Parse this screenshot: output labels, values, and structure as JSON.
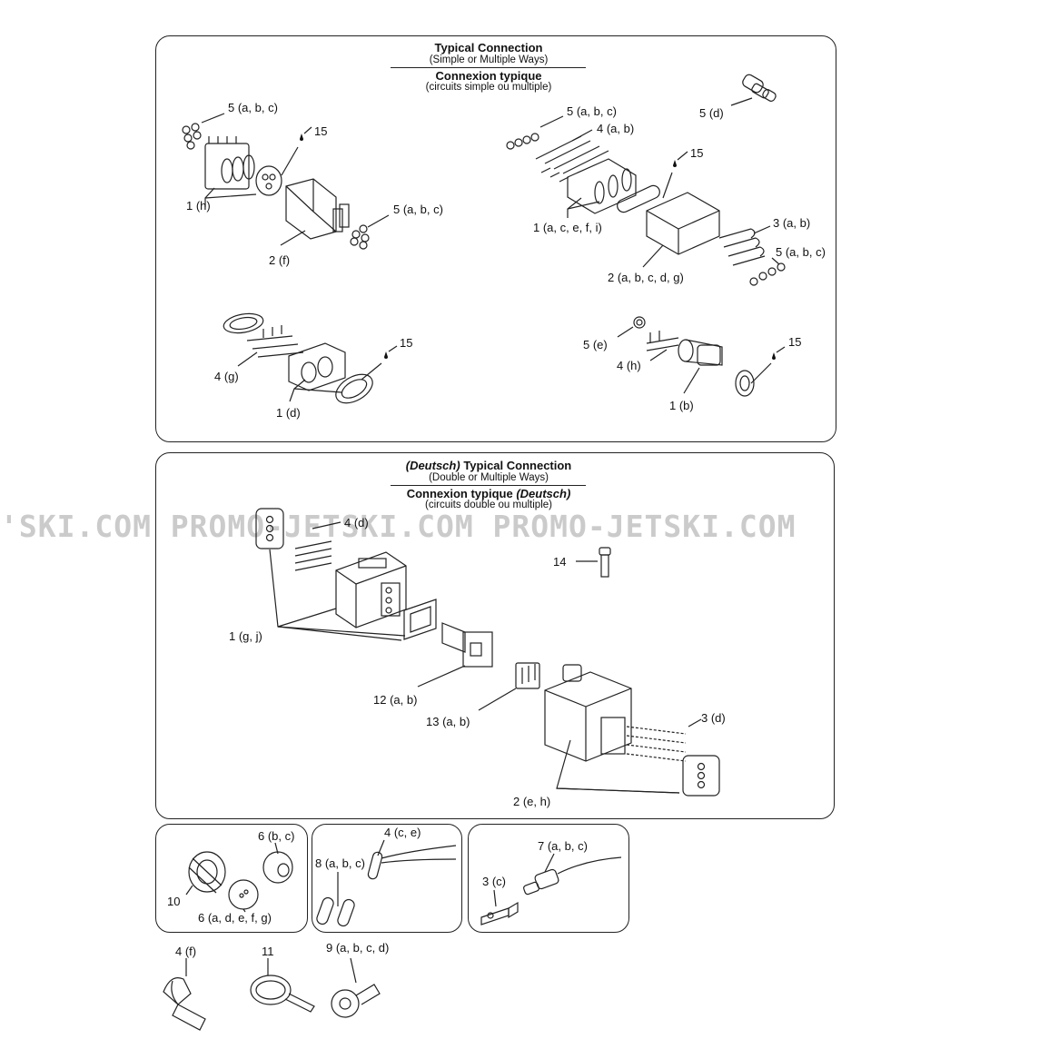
{
  "watermark": "'SKI.COM  PROMO-JETSKI.COM  PROMO-JETSKI.COM",
  "panel_top": {
    "title_en": "Typical Connection",
    "subtitle_en": "(Simple or Multiple Ways)",
    "title_fr": "Connexion typique",
    "subtitle_fr": "(circuits simple ou multiple)",
    "labels": {
      "l1": "5 (a, b, c)",
      "l2": "15",
      "l3": "1 (h)",
      "l4": "5 (a, b, c)",
      "l5": "2 (f)",
      "l6": "5 (a, b, c)",
      "l7": "5 (d)",
      "l8": "4 (a, b)",
      "l9": "15",
      "l10": "1 (a, c, e, f, i)",
      "l11": "3 (a, b)",
      "l12": "5 (a, b, c)",
      "l13": "2 (a, b, c, d, g)",
      "l14": "15",
      "l15": "4 (g)",
      "l16": "1 (d)",
      "l17": "5 (e)",
      "l18": "15",
      "l19": "4 (h)",
      "l20": "1 (b)"
    }
  },
  "panel_deutsch": {
    "title_en_italic": "(Deutsch)",
    "title_en": "Typical Connection",
    "subtitle_en": "(Double or Multiple Ways)",
    "title_fr": "Connexion typique",
    "title_fr_italic": "(Deutsch)",
    "subtitle_fr": "(circuits double ou multiple)",
    "labels": {
      "l1": "4 (d)",
      "l2": "14",
      "l3": "1 (g, j)",
      "l4": "12 (a, b)",
      "l5": "13 (a, b)",
      "l6": "3 (d)",
      "l7": "2 (e, h)"
    }
  },
  "panel_small_1": {
    "labels": {
      "l1": "6 (b, c)",
      "l2": "10",
      "l3": "6 (a, d, e, f, g)"
    }
  },
  "panel_small_2": {
    "labels": {
      "l1": "4 (c, e)",
      "l2": "8 (a, b, c)"
    }
  },
  "panel_small_3": {
    "labels": {
      "l1": "7 (a, b, c)",
      "l2": "3 (c)"
    }
  },
  "loose_parts": {
    "labels": {
      "l1": "4 (f)",
      "l2": "11",
      "l3": "9 (a, b, c, d)"
    }
  }
}
